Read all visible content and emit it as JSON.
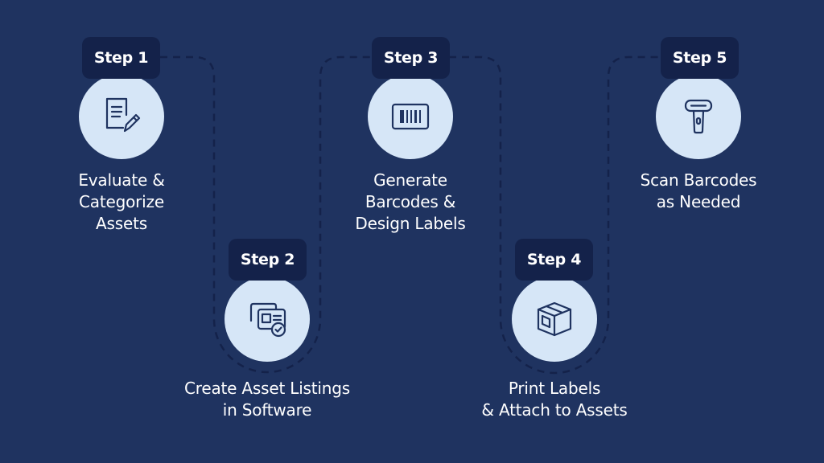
{
  "colors": {
    "background": "#1f3360",
    "badge": "#14224a",
    "circle": "#d6e6f7",
    "icon_stroke": "#1f3360",
    "text": "#ffffff",
    "dashed_path": "#14224a"
  },
  "steps": [
    {
      "badge": "Step 1",
      "icon": "document-edit-icon",
      "label": "Evaluate &\nCategorize\nAssets"
    },
    {
      "badge": "Step 2",
      "icon": "asset-cards-check-icon",
      "label": "Create Asset Listings\nin Software"
    },
    {
      "badge": "Step 3",
      "icon": "barcode-icon",
      "label": "Generate\nBarcodes &\nDesign Labels"
    },
    {
      "badge": "Step 4",
      "icon": "labeled-box-icon",
      "label": "Print Labels\n& Attach to Assets"
    },
    {
      "badge": "Step 5",
      "icon": "barcode-scanner-icon",
      "label": "Scan Barcodes\nas Needed"
    }
  ]
}
